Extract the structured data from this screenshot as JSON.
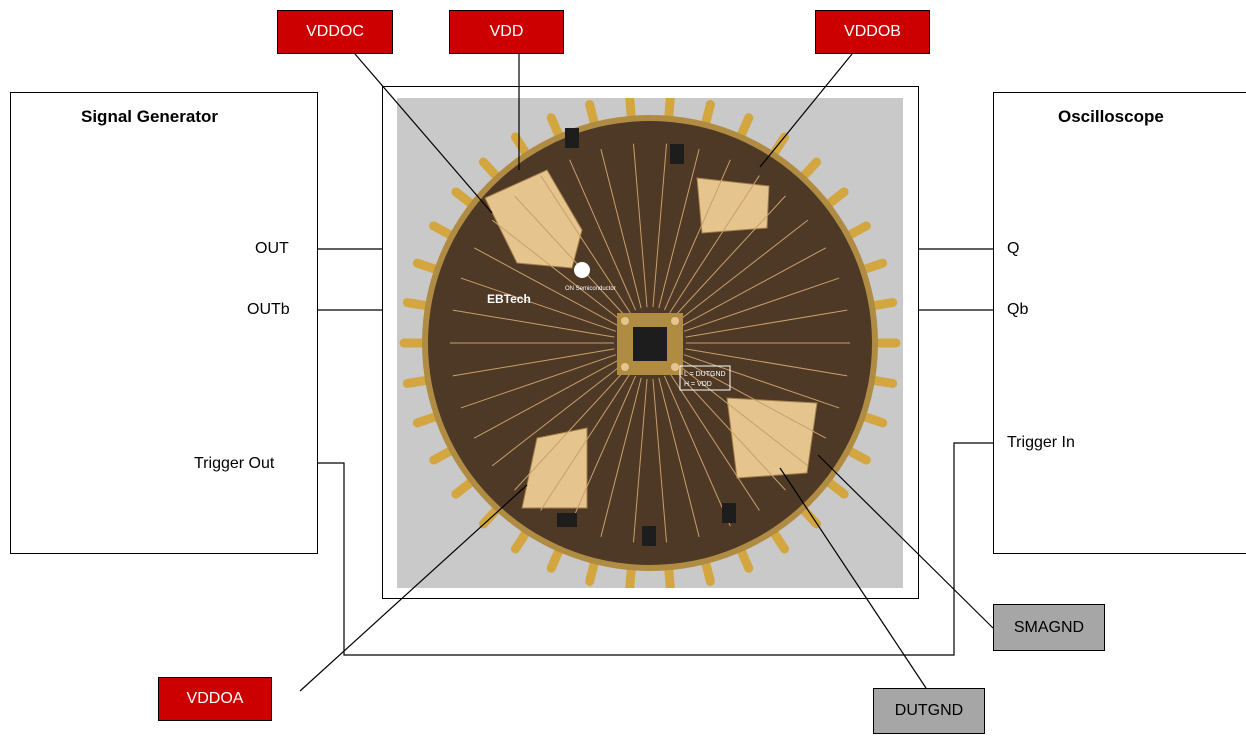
{
  "signal_generator": {
    "title": "Signal Generator",
    "ports": {
      "out": "OUT",
      "outb": "OUTb",
      "trigger_out": "Trigger Out"
    }
  },
  "oscilloscope": {
    "title": "Oscilloscope",
    "ports": {
      "q": "Q",
      "qb": "Qb",
      "trigger_in": "Trigger In"
    }
  },
  "supply_labels": {
    "vddoc": "VDDOC",
    "vdd": "VDD",
    "vddob": "VDDOB",
    "vddoa": "VDDOA"
  },
  "ground_labels": {
    "smagnd": "SMAGND",
    "dutgnd": "DUTGND"
  },
  "board": {
    "logo_text": "EBTech",
    "maker": "ON Semiconductor",
    "jumper_note": [
      "L = DUTGND",
      "H = VDD"
    ]
  },
  "colors": {
    "supply_tag": "#cc0000",
    "ground_tag": "#a6a6a6",
    "pcb": "#4e3826",
    "pcb_ring": "#b08c43",
    "copper": "#e6c48e",
    "background": "#ffffff"
  }
}
